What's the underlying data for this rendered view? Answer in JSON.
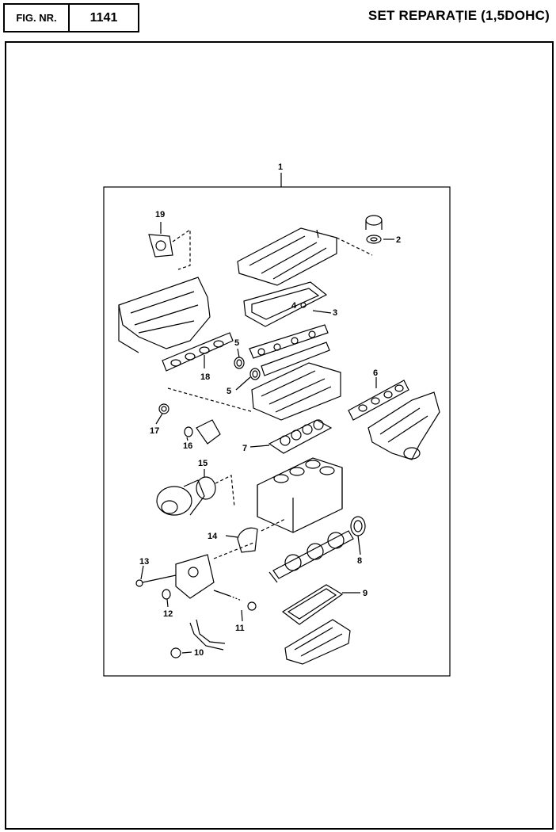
{
  "header": {
    "fig_label": "FIG. NR.",
    "fig_number": "1141",
    "title": "SET REPARAȚIE (1,5DOHC)"
  },
  "callouts": {
    "c1": "1",
    "c2": "2",
    "c3": "3",
    "c4": "4",
    "c5a": "5",
    "c5b": "5",
    "c6": "6",
    "c7": "7",
    "c8": "8",
    "c9": "9",
    "c10": "10",
    "c11": "11",
    "c12": "12",
    "c13": "13",
    "c14": "14",
    "c15": "15",
    "c16": "16",
    "c17": "17",
    "c18": "18",
    "c19": "19"
  }
}
